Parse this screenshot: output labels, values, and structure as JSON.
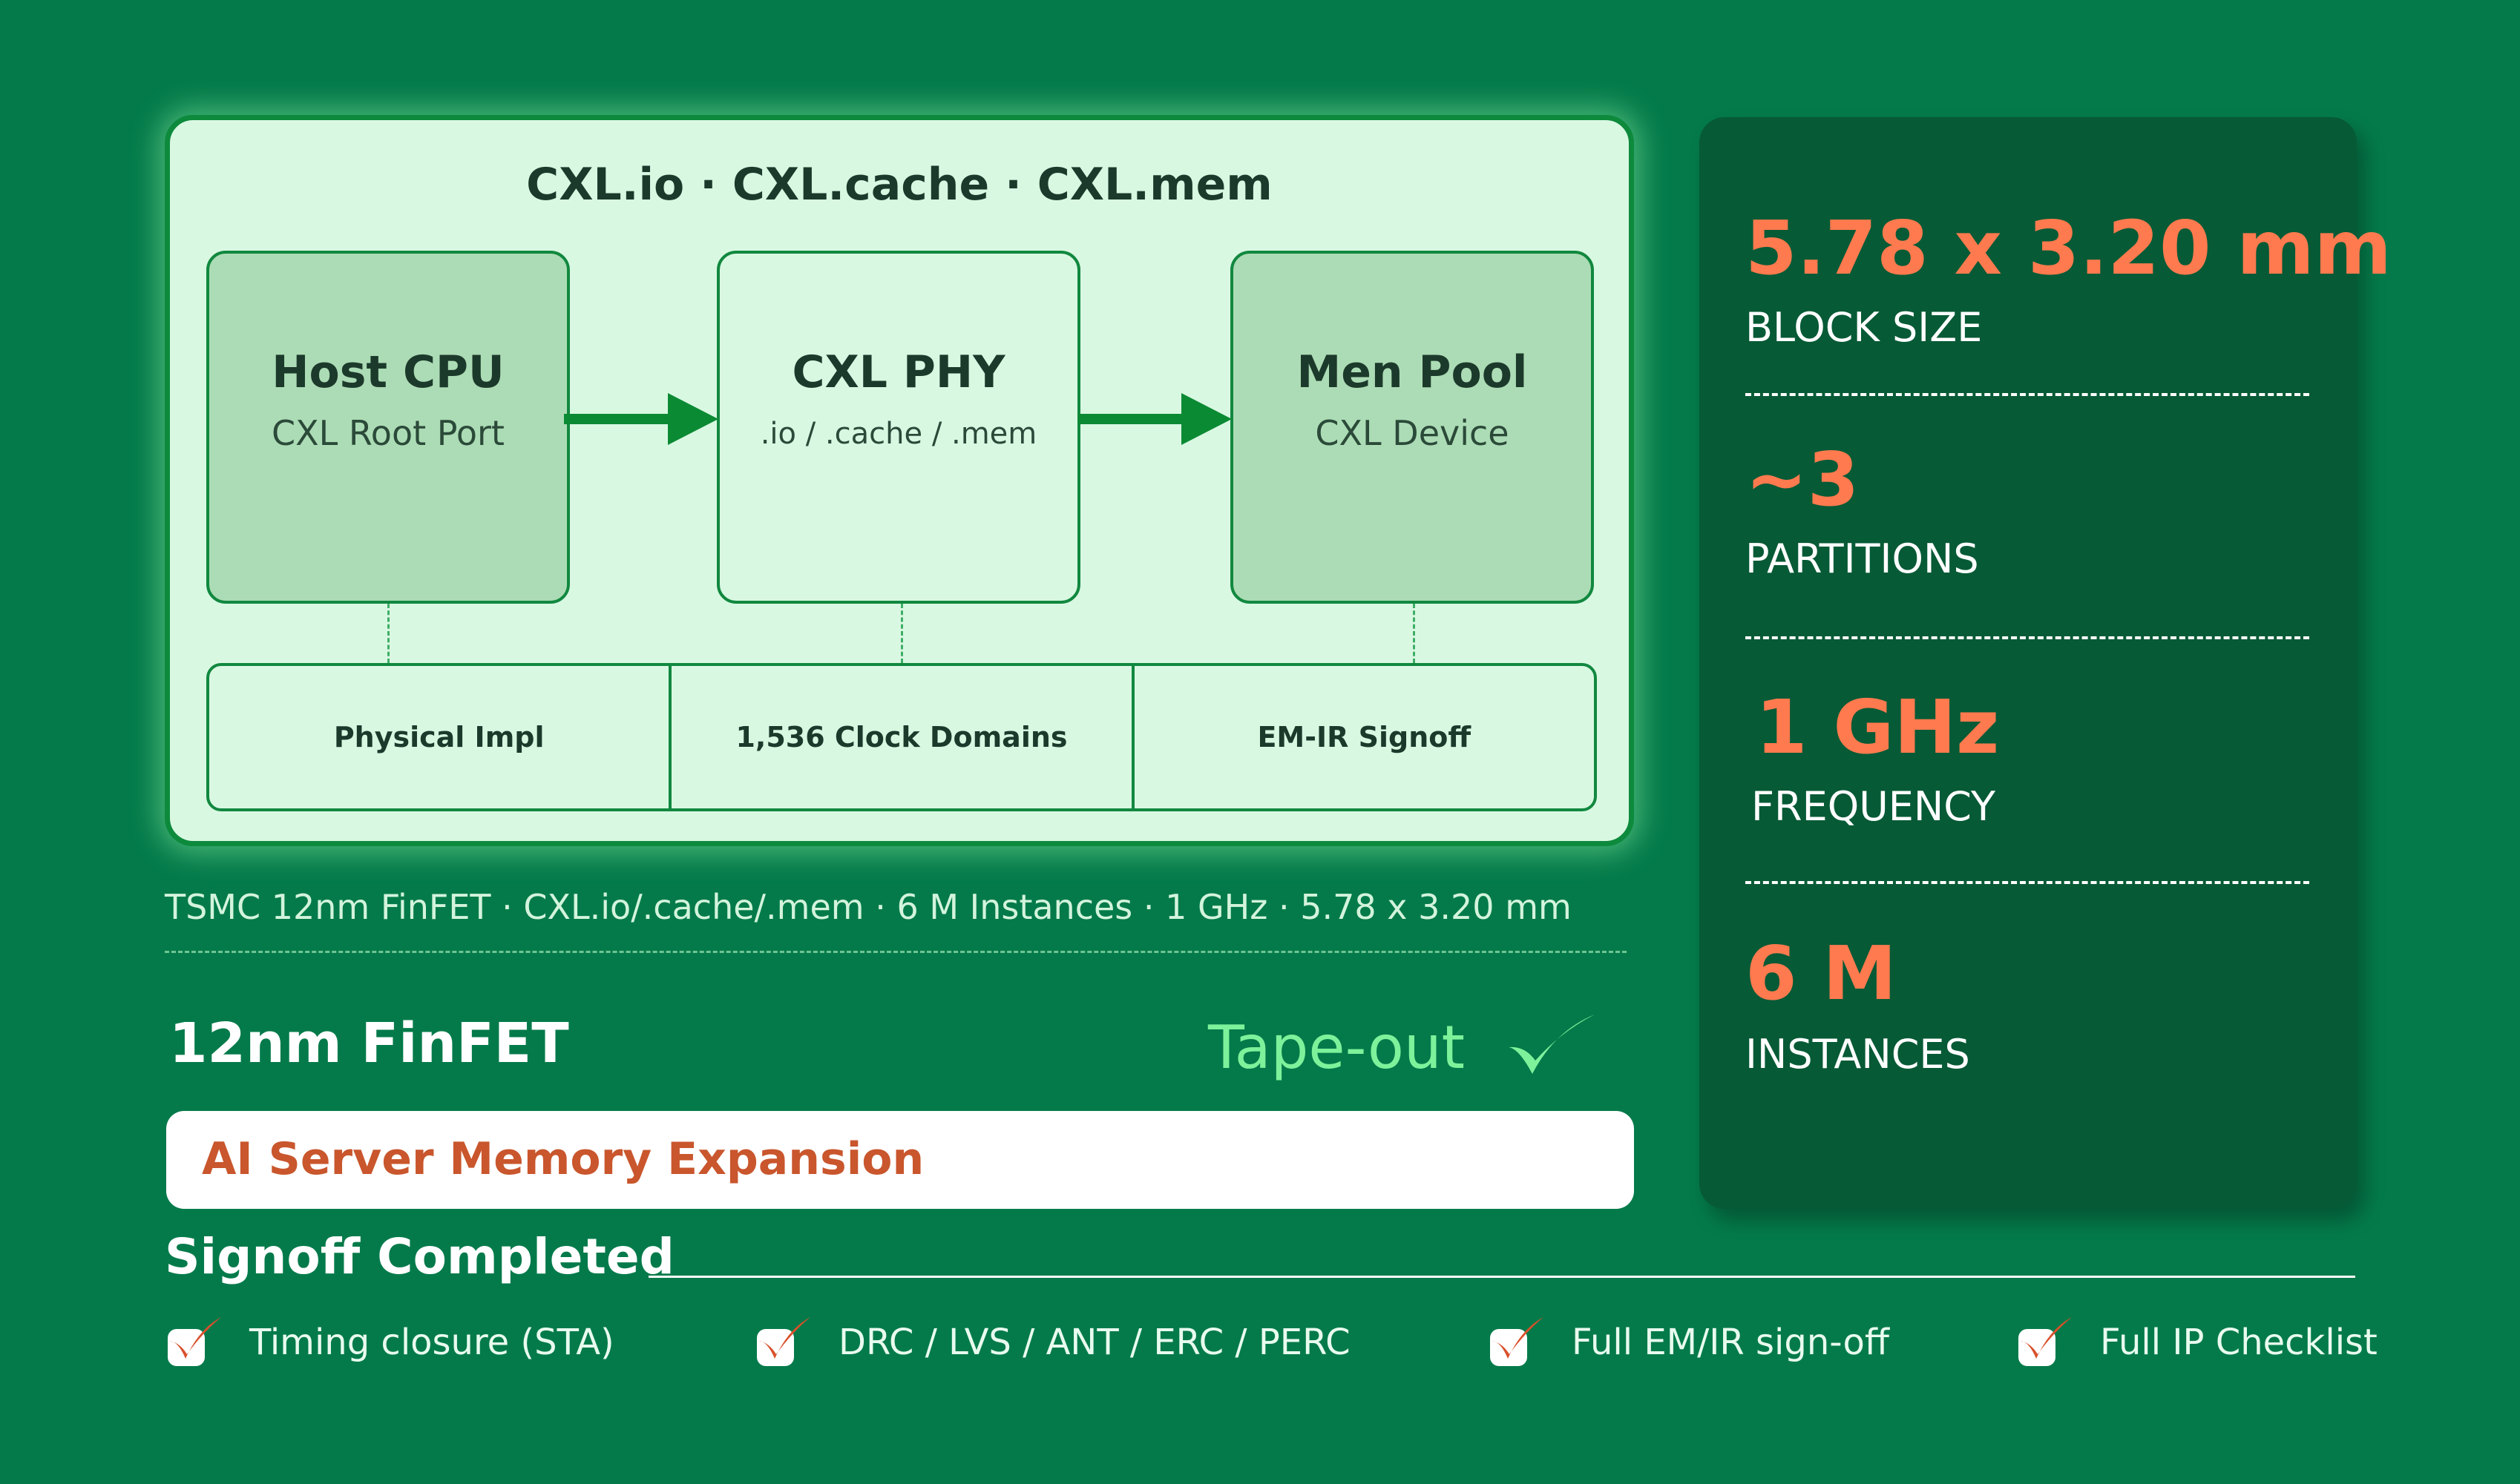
{
  "diagram": {
    "title": "CXL.io · CXL.cache · CXL.mem",
    "blocks": [
      {
        "title": "Host CPU",
        "subtitle": "CXL Root Port"
      },
      {
        "title": "CXL PHY",
        "subtitle": ".io / .cache / .mem"
      },
      {
        "title": "Men Pool",
        "subtitle": "CXL Device"
      }
    ],
    "strip": [
      "Physical Impl",
      "1,536 Clock Domains",
      "EM-IR Signoff"
    ]
  },
  "spec_line": "TSMC 12nm FinFET  · CXL.io/.cache/.mem · 6 M Instances · 1 GHz · 5.78 x 3.20 mm",
  "process_node": "12nm FinFET",
  "tapeout": "Tape-out",
  "application": "AI Server Memory Expansion",
  "signoff": {
    "title": "Signoff Completed",
    "items": [
      "Timing closure (STA)",
      "DRC / LVS / ANT / ERC / PERC",
      "Full EM/IR sign-off",
      "Full IP Checklist"
    ]
  },
  "stats": [
    {
      "value": "5.78 x 3.20 mm",
      "label": "BLOCK SIZE"
    },
    {
      "value": "~3",
      "label": "PARTITIONS"
    },
    {
      "value": "1 GHz",
      "label": "FREQUENCY"
    },
    {
      "value": "6 M",
      "label": "INSTANCES"
    }
  ],
  "colors": {
    "background": "#047a4a",
    "panel_fill": "#d9f8e2",
    "block_dark": "#acdcb5",
    "stats_panel": "#075a36",
    "accent_orange": "#ff7a4e",
    "tapeout_green": "#7ef29b"
  }
}
